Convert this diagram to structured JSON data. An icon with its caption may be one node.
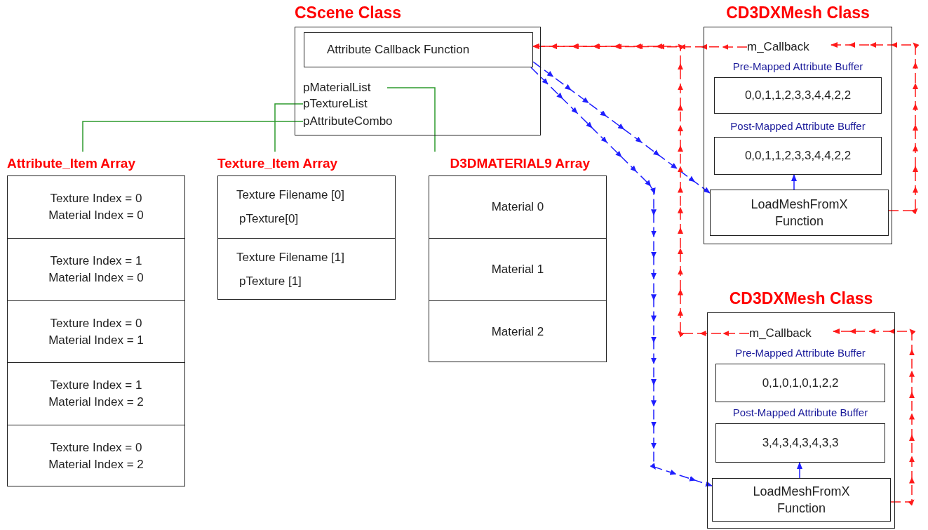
{
  "diagram": {
    "nodes": [
      {
        "text": [
          "CScene Class"
        ]
      },
      {
        "text": [
          "Attribute Callback Function"
        ],
        "in": 0
      },
      {
        "text": [
          "pMaterialList"
        ],
        "in": 0
      },
      {
        "text": [
          "pTextureList"
        ],
        "in": 0
      },
      {
        "text": [
          "pAttributeCombo"
        ],
        "in": 0
      },
      {
        "text": [
          "Attribute_Item Array"
        ]
      },
      {
        "text": [
          "Texture Index = 0 Material Index = 0"
        ],
        "in": 5
      },
      {
        "text": [
          "Texture Index = 1 Material Index = 0"
        ],
        "in": 5
      },
      {
        "text": [
          "Texture Index = 0 Material Index = 1"
        ],
        "in": 5
      },
      {
        "text": [
          "Texture Index = 1 Material Index = 2"
        ],
        "in": 5
      },
      {
        "text": [
          "Texture Index = 0 Material Index = 2"
        ],
        "in": 5
      },
      {
        "text": [
          "Texture_Item Array"
        ]
      },
      {
        "text": [
          "Texture Filename [0]",
          "pTexture[0]"
        ],
        "in": 11
      },
      {
        "text": [
          "Texture Filename [1]",
          "pTexture [1]"
        ],
        "in": 11
      },
      {
        "text": [
          "D3DMATERIAL9 Array"
        ]
      },
      {
        "text": [
          "Material 0"
        ],
        "in": 14
      },
      {
        "text": [
          "Material 1"
        ],
        "in": 14
      },
      {
        "text": [
          "Material 2"
        ],
        "in": 14
      },
      {
        "text": [
          "CD3DXMesh Class"
        ]
      },
      {
        "text": [
          "m_Callback"
        ],
        "in": 18
      },
      {
        "text": [
          "Pre-Mapped Attribute Buffer",
          "0,0,1,1,2,3,3,4,4,2,2"
        ],
        "in": 18
      },
      {
        "text": [
          "Post-Mapped Attribute Buffer",
          "0,0,1,1,2,3,3,4,4,2,2"
        ],
        "in": 18
      },
      {
        "text": [
          "LoadMeshFromX Function"
        ],
        "in": 18
      },
      {
        "text": [
          "CD3DXMesh Class"
        ]
      },
      {
        "text": [
          "m_Callback"
        ],
        "in": 23
      },
      {
        "text": [
          "Pre-Mapped Attribute Buffer",
          "0,1,0,1,0,1,2,2"
        ],
        "in": 23
      },
      {
        "text": [
          "Post-Mapped Attribute Buffer",
          "3,4,3,4,3,4,3,3"
        ],
        "in": 23
      },
      {
        "text": [
          "LoadMeshFromX Function"
        ],
        "in": 23
      }
    ],
    "edges": [
      {
        "from": 2,
        "to": 14,
        "arrow": "none",
        "color": "#2e9a2e"
      },
      {
        "from": 3,
        "to": 11,
        "arrow": "none",
        "color": "#2e9a2e"
      },
      {
        "from": 4,
        "to": 5,
        "arrow": "none",
        "color": "#2e9a2e"
      },
      {
        "from": 1,
        "to": 22,
        "arrow": "to",
        "style": "dashed",
        "color": "#1f1fff"
      },
      {
        "from": 1,
        "to": 27,
        "arrow": "to",
        "style": "dashed",
        "color": "#1f1fff"
      },
      {
        "from": 22,
        "to": 21,
        "arrow": "to",
        "color": "#1f1fff"
      },
      {
        "from": 27,
        "to": 26,
        "arrow": "to",
        "color": "#1f1fff"
      },
      {
        "from": 19,
        "to": 1,
        "arrow": "to",
        "style": "dashed",
        "color": "#ff1a1a"
      },
      {
        "from": 22,
        "to": 19,
        "arrow": "to",
        "style": "dashed",
        "color": "#ff1a1a"
      },
      {
        "from": 24,
        "to": 1,
        "arrow": "to",
        "style": "dashed",
        "color": "#ff1a1a"
      },
      {
        "from": 27,
        "to": 24,
        "arrow": "to",
        "style": "dashed",
        "color": "#ff1a1a"
      }
    ]
  }
}
